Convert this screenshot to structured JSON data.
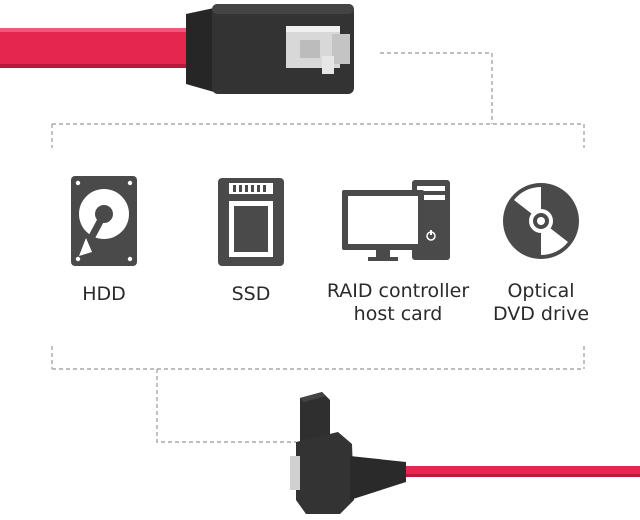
{
  "devices": [
    {
      "icon": "hdd-icon",
      "label_lines": [
        "HDD"
      ]
    },
    {
      "icon": "ssd-icon",
      "label_lines": [
        "SSD"
      ]
    },
    {
      "icon": "desktop-computer-icon",
      "label_lines": [
        "RAID controller",
        "host card"
      ]
    },
    {
      "icon": "optical-disc-icon",
      "label_lines": [
        "Optical",
        "DVD drive"
      ]
    }
  ],
  "colors": {
    "cable": "#e5264e",
    "cable_shadow": "#b81a3b",
    "connector": "#2f2f2f",
    "icon": "#4a4a4a",
    "dashed_line": "#a8a8a8",
    "metal_clip": "#d6d6d6"
  }
}
